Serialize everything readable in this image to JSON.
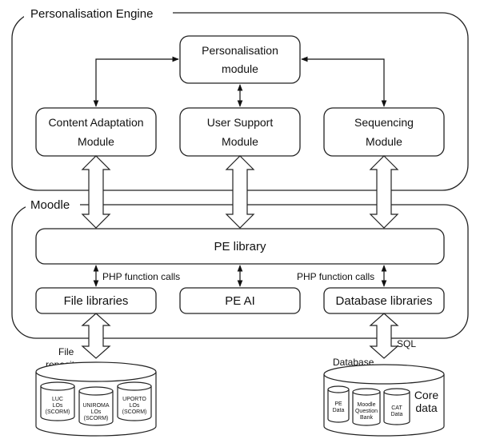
{
  "groups": {
    "engine": "Personalisation Engine",
    "moodle": "Moodle"
  },
  "modules": {
    "personalisation": [
      "Personalisation",
      "module"
    ],
    "content_adaptation": [
      "Content Adaptation",
      "Module"
    ],
    "user_support": [
      "User Support",
      "Module"
    ],
    "sequencing": [
      "Sequencing",
      "Module"
    ]
  },
  "libraries": {
    "pe_library": "PE library",
    "file_libraries": "File libraries",
    "pe_ai": "PE AI",
    "database_libraries": "Database libraries"
  },
  "connectors": {
    "php_calls_left": "PHP function calls",
    "php_calls_right": "PHP function calls",
    "sql": "SQL"
  },
  "file_repository": {
    "label": [
      "File",
      "repository"
    ],
    "items": [
      [
        "LUC",
        "LOs",
        "(SCORM)"
      ],
      [
        "UNIROMA",
        "LOs",
        "(SCORM)"
      ],
      [
        "UPORTO",
        "LOs",
        "(SCORM)"
      ]
    ]
  },
  "database": {
    "label": "Database",
    "core": [
      "Core",
      "data"
    ],
    "items": [
      [
        "PE",
        "Data"
      ],
      [
        "Moodle",
        "Question",
        "Bank"
      ],
      [
        "CAT",
        "Data"
      ]
    ]
  }
}
